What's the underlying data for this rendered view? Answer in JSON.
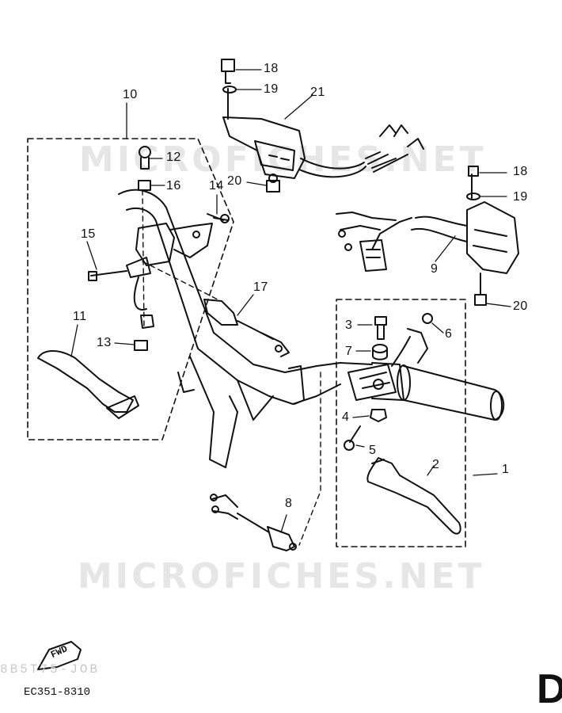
{
  "watermarks": {
    "top": "MICROFICHES.NET",
    "bottom": "MICROFICHES.NET"
  },
  "arrow_label": "FWD",
  "faded_code": "8B5T75-JOB",
  "code": "EC351-8310",
  "page_mark": "D",
  "callouts": {
    "c18a": "18",
    "c19a": "19",
    "c21": "21",
    "c10": "10",
    "c12": "12",
    "c16": "16",
    "c14": "14",
    "c20a": "20",
    "c18b": "18",
    "c19b": "19",
    "c15": "15",
    "c9": "9",
    "c17": "17",
    "c20b": "20",
    "c3": "3",
    "c6": "6",
    "c11": "11",
    "c13": "13",
    "c7": "7",
    "c4": "4",
    "c5": "5",
    "c2": "2",
    "c1": "1",
    "c8": "8"
  }
}
